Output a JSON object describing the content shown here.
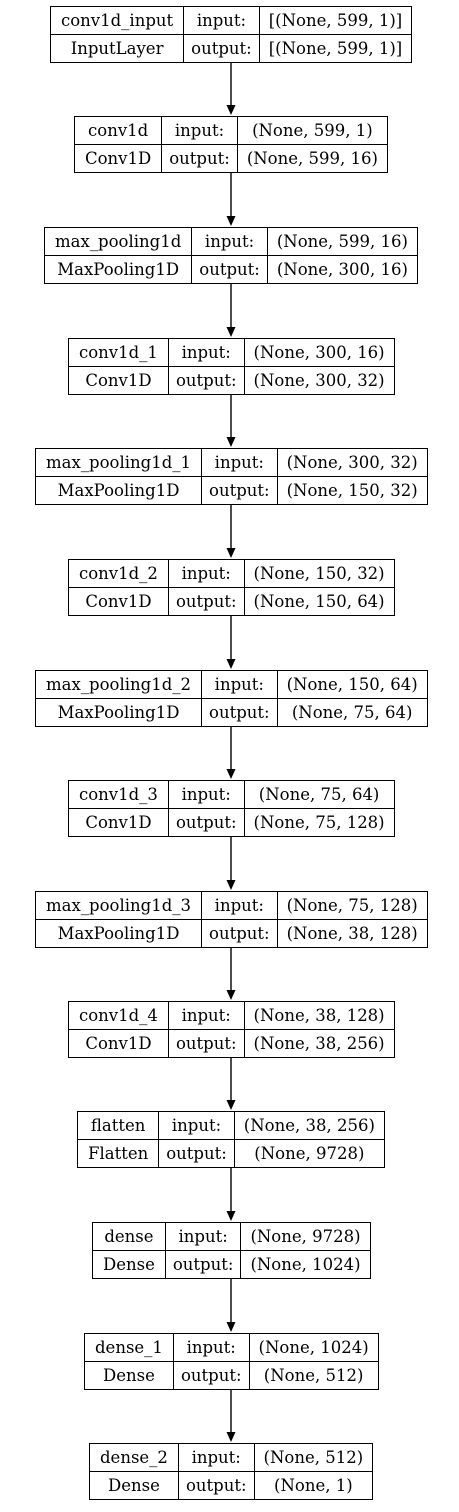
{
  "layers": [
    {
      "name": "conv1d_input",
      "type": "InputLayer",
      "input_label": "input:",
      "output_label": "output:",
      "input_shape": "[(None, 599, 1)]",
      "output_shape": "[(None, 599, 1)]"
    },
    {
      "name": "conv1d",
      "type": "Conv1D",
      "input_label": "input:",
      "output_label": "output:",
      "input_shape": "(None, 599, 1)",
      "output_shape": "(None, 599, 16)"
    },
    {
      "name": "max_pooling1d",
      "type": "MaxPooling1D",
      "input_label": "input:",
      "output_label": "output:",
      "input_shape": "(None, 599, 16)",
      "output_shape": "(None, 300, 16)"
    },
    {
      "name": "conv1d_1",
      "type": "Conv1D",
      "input_label": "input:",
      "output_label": "output:",
      "input_shape": "(None, 300, 16)",
      "output_shape": "(None, 300, 32)"
    },
    {
      "name": "max_pooling1d_1",
      "type": "MaxPooling1D",
      "input_label": "input:",
      "output_label": "output:",
      "input_shape": "(None, 300, 32)",
      "output_shape": "(None, 150, 32)"
    },
    {
      "name": "conv1d_2",
      "type": "Conv1D",
      "input_label": "input:",
      "output_label": "output:",
      "input_shape": "(None, 150, 32)",
      "output_shape": "(None, 150, 64)"
    },
    {
      "name": "max_pooling1d_2",
      "type": "MaxPooling1D",
      "input_label": "input:",
      "output_label": "output:",
      "input_shape": "(None, 150, 64)",
      "output_shape": "(None, 75, 64)"
    },
    {
      "name": "conv1d_3",
      "type": "Conv1D",
      "input_label": "input:",
      "output_label": "output:",
      "input_shape": "(None, 75, 64)",
      "output_shape": "(None, 75, 128)"
    },
    {
      "name": "max_pooling1d_3",
      "type": "MaxPooling1D",
      "input_label": "input:",
      "output_label": "output:",
      "input_shape": "(None, 75, 128)",
      "output_shape": "(None, 38, 128)"
    },
    {
      "name": "conv1d_4",
      "type": "Conv1D",
      "input_label": "input:",
      "output_label": "output:",
      "input_shape": "(None, 38, 128)",
      "output_shape": "(None, 38, 256)"
    },
    {
      "name": "flatten",
      "type": "Flatten",
      "input_label": "input:",
      "output_label": "output:",
      "input_shape": "(None, 38, 256)",
      "output_shape": "(None, 9728)"
    },
    {
      "name": "dense",
      "type": "Dense",
      "input_label": "input:",
      "output_label": "output:",
      "input_shape": "(None, 9728)",
      "output_shape": "(None, 1024)"
    },
    {
      "name": "dense_1",
      "type": "Dense",
      "input_label": "input:",
      "output_label": "output:",
      "input_shape": "(None, 1024)",
      "output_shape": "(None, 512)"
    },
    {
      "name": "dense_2",
      "type": "Dense",
      "input_label": "input:",
      "output_label": "output:",
      "input_shape": "(None, 512)",
      "output_shape": "(None, 1)"
    }
  ],
  "colors": {
    "line": "#000000",
    "background": "#ffffff"
  }
}
